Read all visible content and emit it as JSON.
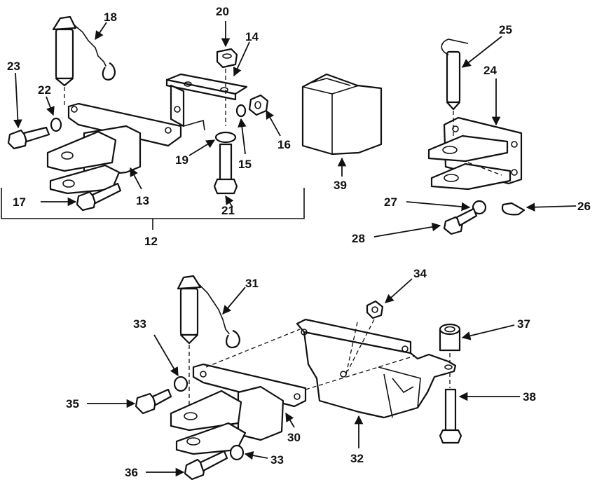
{
  "callouts": {
    "c12": "12",
    "c13": "13",
    "c14": "14",
    "c15": "15",
    "c16": "16",
    "c17": "17",
    "c18": "18",
    "c19": "19",
    "c20": "20",
    "c21": "21",
    "c22": "22",
    "c23": "23",
    "c24": "24",
    "c25": "25",
    "c26": "26",
    "c27": "27",
    "c28": "28",
    "c30": "30",
    "c31": "31",
    "c32": "32",
    "c33a": "33",
    "c33b": "33",
    "c34": "34",
    "c35": "35",
    "c36": "36",
    "c37": "37",
    "c38": "38",
    "c39": "39"
  },
  "colors": {
    "line": "#111111",
    "background": "#ffffff"
  }
}
